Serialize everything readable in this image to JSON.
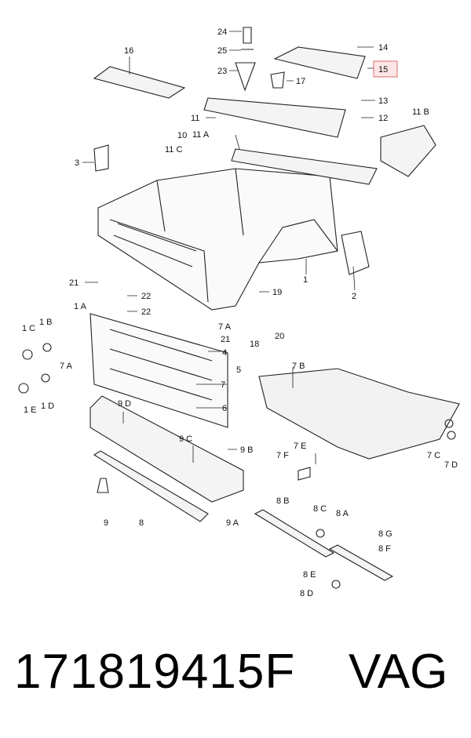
{
  "part_number": "171819415F",
  "brand": "VAG",
  "highlight_callout": "15",
  "callouts": [
    "24",
    "25",
    "23",
    "16",
    "14",
    "15",
    "17",
    "13",
    "12",
    "11",
    "11 B",
    "11 A",
    "10",
    "11 C",
    "3",
    "1",
    "2",
    "19",
    "21",
    "22",
    "22",
    "1 A",
    "1 B",
    "1 C",
    "7 A",
    "18",
    "20",
    "7 A",
    "21",
    "4",
    "5",
    "7",
    "6",
    "1 E",
    "1 D",
    "7 B",
    "9 D",
    "9 C",
    "9 B",
    "7 F",
    "7 E",
    "7 C",
    "7 D",
    "9",
    "8",
    "9 A",
    "8 B",
    "8 C",
    "8 A",
    "8 G",
    "8 F",
    "8 E",
    "8 D"
  ]
}
